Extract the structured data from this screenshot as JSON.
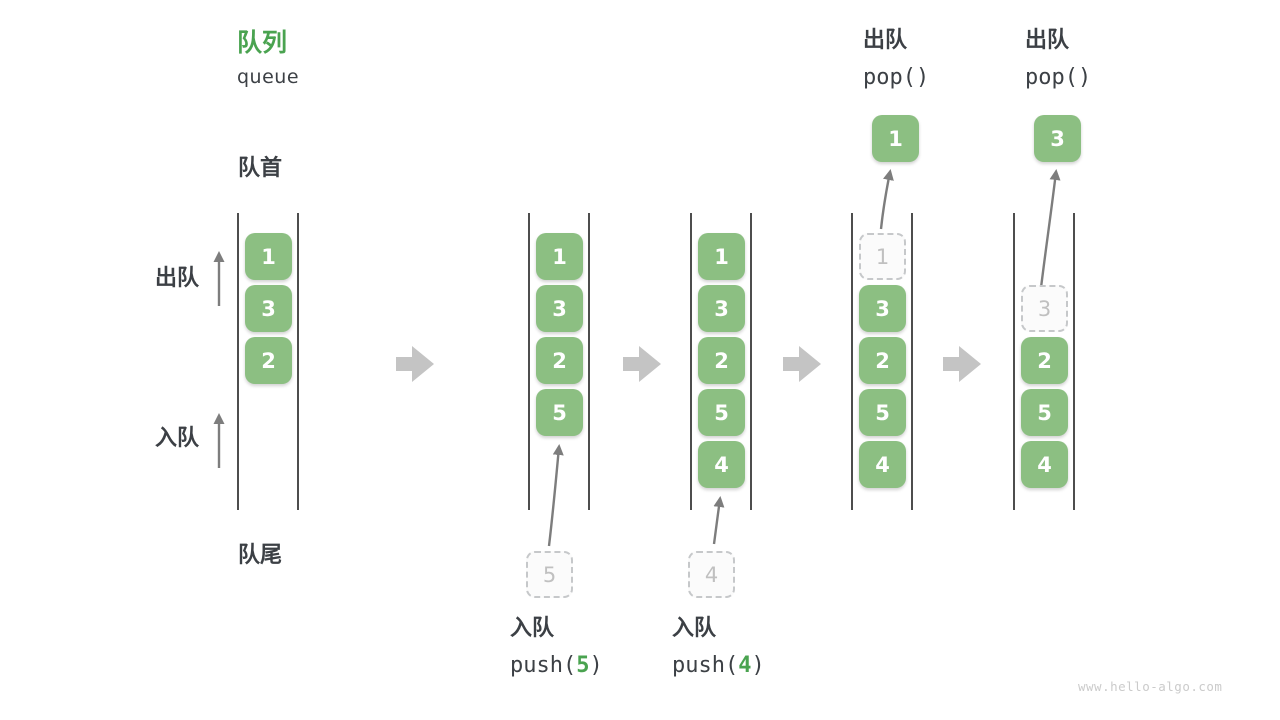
{
  "title": {
    "zh": "队列",
    "en": "queue"
  },
  "side_labels": {
    "front": "队首",
    "rear": "队尾",
    "dequeue": "出队",
    "enqueue": "入队"
  },
  "watermark": "www.hello-algo.com",
  "colors": {
    "box_green": "#8CBF82",
    "title_green": "#4AA350",
    "code_arg_green": "#4AA350",
    "text_dark": "#3C4045",
    "lane_line": "#4D4D4D",
    "thin_arrow": "#7D7D7D",
    "block_arrow": "#C4C4C4",
    "dashed_border": "#C6C8CA",
    "dashed_text": "#C0C0C0",
    "watermark_gray": "#CBCBCB"
  },
  "queues": [
    {
      "name": "initial",
      "cells": [
        {
          "slot": 0,
          "value": "1",
          "style": "filled"
        },
        {
          "slot": 1,
          "value": "3",
          "style": "filled"
        },
        {
          "slot": 2,
          "value": "2",
          "style": "filled"
        }
      ]
    },
    {
      "name": "after-push-5",
      "cells": [
        {
          "slot": 0,
          "value": "1",
          "style": "filled"
        },
        {
          "slot": 1,
          "value": "3",
          "style": "filled"
        },
        {
          "slot": 2,
          "value": "2",
          "style": "filled"
        },
        {
          "slot": 3,
          "value": "5",
          "style": "filled"
        }
      ],
      "pending": {
        "value": "5"
      },
      "caption": {
        "label": "入队",
        "code_pre": "push(",
        "code_arg": "5",
        "code_post": ")"
      }
    },
    {
      "name": "after-push-4",
      "cells": [
        {
          "slot": 0,
          "value": "1",
          "style": "filled"
        },
        {
          "slot": 1,
          "value": "3",
          "style": "filled"
        },
        {
          "slot": 2,
          "value": "2",
          "style": "filled"
        },
        {
          "slot": 3,
          "value": "5",
          "style": "filled"
        },
        {
          "slot": 4,
          "value": "4",
          "style": "filled"
        }
      ],
      "pending": {
        "value": "4"
      },
      "caption": {
        "label": "入队",
        "code_pre": "push(",
        "code_arg": "4",
        "code_post": ")"
      }
    },
    {
      "name": "after-pop-1",
      "cells": [
        {
          "slot": 0,
          "value": "1",
          "style": "dashed"
        },
        {
          "slot": 1,
          "value": "3",
          "style": "filled"
        },
        {
          "slot": 2,
          "value": "2",
          "style": "filled"
        },
        {
          "slot": 3,
          "value": "5",
          "style": "filled"
        },
        {
          "slot": 4,
          "value": "4",
          "style": "filled"
        }
      ],
      "popped": {
        "value": "1"
      },
      "header": {
        "label": "出队",
        "code": "pop()"
      }
    },
    {
      "name": "after-pop-3",
      "cells": [
        {
          "slot": 1,
          "value": "3",
          "style": "dashed"
        },
        {
          "slot": 2,
          "value": "2",
          "style": "filled"
        },
        {
          "slot": 3,
          "value": "5",
          "style": "filled"
        },
        {
          "slot": 4,
          "value": "4",
          "style": "filled"
        }
      ],
      "popped": {
        "value": "3"
      },
      "header": {
        "label": "出队",
        "code": "pop()"
      }
    }
  ]
}
